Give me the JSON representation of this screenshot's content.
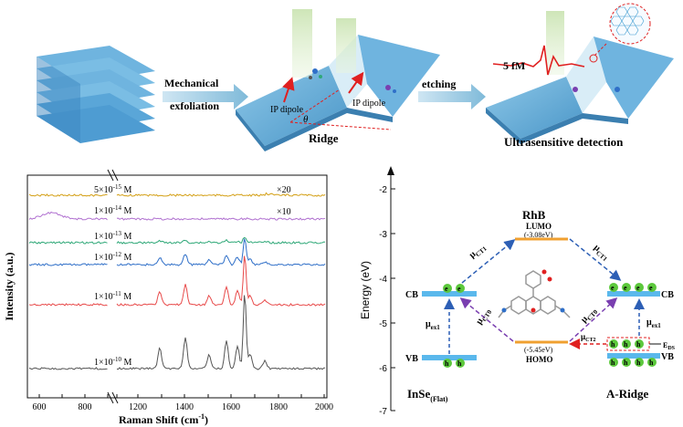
{
  "top": {
    "step1": "Mechanical",
    "step1b": "exfoliation",
    "step2": "etching",
    "ip_dipole": "IP dipole",
    "theta": "θ",
    "ridge": "Ridge",
    "conc_5fM": "5 fM",
    "ultra": "Ultrasensitive detection"
  },
  "spectra": {
    "xlabel": "Raman Shift (cm",
    "xlabel_sup": "-1",
    "xlabel_end": ")",
    "ylabel": "Intensity (a.u.)",
    "xticks": [
      "600",
      "800",
      "1200",
      "1400",
      "1600",
      "1800",
      "2000"
    ],
    "series": [
      {
        "label": "5×10",
        "exp": "-15",
        "unit": " M",
        "mult": "×20",
        "color": "#d4a017"
      },
      {
        "label": "1×10",
        "exp": "-14",
        "unit": " M",
        "mult": "×10",
        "color": "#b070d0"
      },
      {
        "label": "1×10",
        "exp": "-13",
        "unit": " M",
        "mult": "",
        "color": "#2fa878"
      },
      {
        "label": "1×10",
        "exp": "-12",
        "unit": " M",
        "mult": "",
        "color": "#2f6fc8"
      },
      {
        "label": "1×10",
        "exp": "-11",
        "unit": " M",
        "mult": "",
        "color": "#e84a4a"
      },
      {
        "label": "1×10",
        "exp": "-10",
        "unit": " M",
        "mult": "",
        "color": "#555555"
      }
    ]
  },
  "energy": {
    "ylabel": "Energy (eV)",
    "yticks": [
      "-2",
      "-3",
      "-4",
      "-5",
      "-6",
      "-7"
    ],
    "rhb": "RhB",
    "lumo": "LUMO",
    "lumo_val": "(-3.08eV)",
    "homo_val": "(-5.45eV)",
    "homo": "HOMO",
    "cb": "CB",
    "vb": "VB",
    "e_ds": "E",
    "e_ds_sub": "DS",
    "left_title": "InSe",
    "left_sub": "(Flat)",
    "right_title": "A-Ridge",
    "mu": "μ",
    "ct1": "CT1",
    "ct0": "CT0",
    "ct2": "CT2",
    "ex1": "ex1",
    "e": "e",
    "h": "h",
    "plus": "+",
    "minus": "-"
  }
}
